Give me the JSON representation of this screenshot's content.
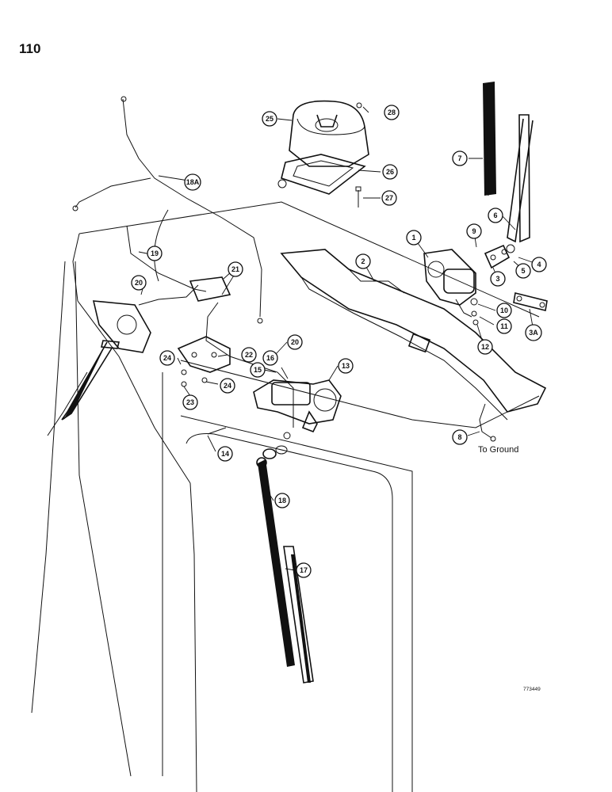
{
  "page": {
    "number": "110"
  },
  "figure_code": "773449",
  "ground_label": "To Ground",
  "callouts": [
    {
      "id": "c1",
      "label": "1"
    },
    {
      "id": "c2",
      "label": "2"
    },
    {
      "id": "c3",
      "label": "3"
    },
    {
      "id": "c3a",
      "label": "3A"
    },
    {
      "id": "c4",
      "label": "4"
    },
    {
      "id": "c5",
      "label": "5"
    },
    {
      "id": "c6",
      "label": "6"
    },
    {
      "id": "c7",
      "label": "7"
    },
    {
      "id": "c8",
      "label": "8"
    },
    {
      "id": "c9",
      "label": "9"
    },
    {
      "id": "c10",
      "label": "10"
    },
    {
      "id": "c11",
      "label": "11"
    },
    {
      "id": "c12",
      "label": "12"
    },
    {
      "id": "c13",
      "label": "13"
    },
    {
      "id": "c14",
      "label": "14"
    },
    {
      "id": "c15",
      "label": "15"
    },
    {
      "id": "c16",
      "label": "16"
    },
    {
      "id": "c17",
      "label": "17"
    },
    {
      "id": "c18",
      "label": "18"
    },
    {
      "id": "c18a",
      "label": "18A"
    },
    {
      "id": "c19",
      "label": "19"
    },
    {
      "id": "c20a",
      "label": "20"
    },
    {
      "id": "c20b",
      "label": "20"
    },
    {
      "id": "c21",
      "label": "21"
    },
    {
      "id": "c22",
      "label": "22"
    },
    {
      "id": "c23",
      "label": "23"
    },
    {
      "id": "c24a",
      "label": "24"
    },
    {
      "id": "c24b",
      "label": "24"
    },
    {
      "id": "c25",
      "label": "25"
    },
    {
      "id": "c26",
      "label": "26"
    },
    {
      "id": "c27",
      "label": "27"
    },
    {
      "id": "c28",
      "label": "28"
    }
  ]
}
